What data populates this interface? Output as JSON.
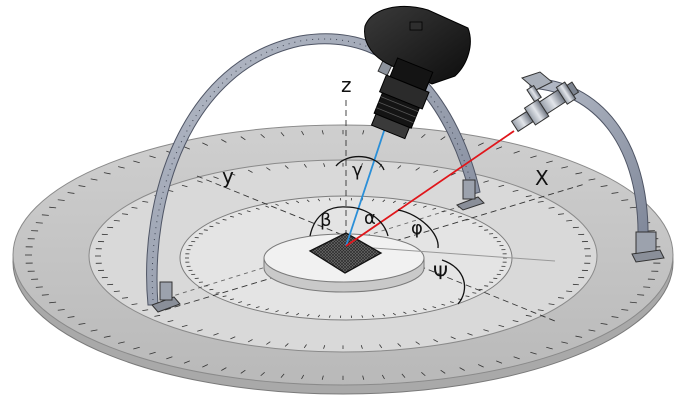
{
  "diagram": {
    "labels": {
      "z_axis": "z",
      "y_axis": "y",
      "x_axis": "X",
      "gamma": "γ",
      "beta": "β",
      "alpha": "α",
      "phi": "φ",
      "psi": "Ψ"
    },
    "colors": {
      "background": "#ffffff",
      "outer_disc": "#c4c4c4",
      "outer_disc_edge": "#9a9a9a",
      "middle_ring": "#dadada",
      "inner_ring": "#e6e6e6",
      "pedestal_top": "#f1f1f1",
      "pedestal_side": "#c9c9c9",
      "arc_fill": "#9aa2b3",
      "arc_edge": "#5a6070",
      "camera_body": "#1a1a1a",
      "lens_metal": "#6d7480",
      "incident_beam": "#e0161b",
      "camera_view_line": "#2a8fd8",
      "dashed_axes": "#333333"
    },
    "icons": [
      "camera-icon",
      "light-source-icon",
      "sample-plate-icon"
    ]
  }
}
